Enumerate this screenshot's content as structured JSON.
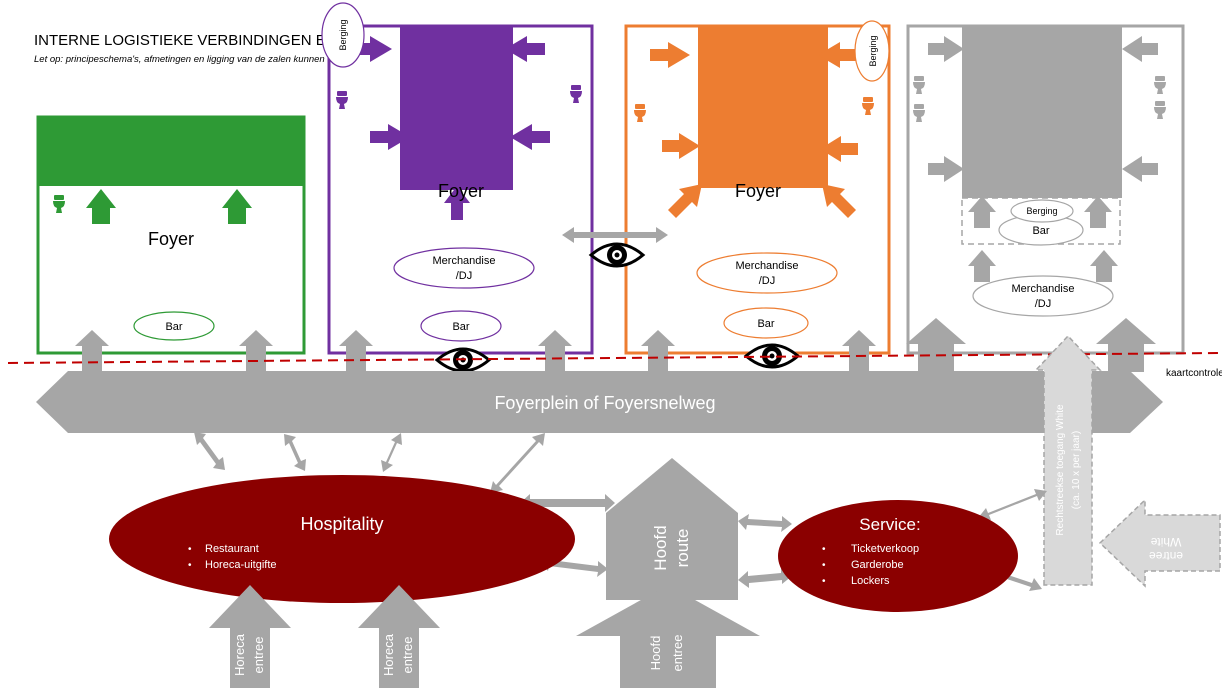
{
  "title": "INTERNE LOGISTIEKE VERBINDINGEN EN",
  "subtitle": "Let op: principeschema's, afmetingen en ligging van de zalen kunnen nog gewijzigd worden!",
  "colors": {
    "green": "#2e9a35",
    "purple": "#7030a0",
    "orange": "#ed7d31",
    "grey": "#a6a6a6",
    "darkred": "#8b0000",
    "red_dashed": "#c00000"
  },
  "halls": {
    "foyer_label": "Foyer",
    "bar_label": "Bar",
    "merch_label": "Merchandise /DJ",
    "merch_line1": "Merchandise",
    "merch_line2": "/DJ",
    "berging_label": "Berging"
  },
  "ticket_line_label": "kaartcontrole",
  "foyerplein_label": "Foyerplein of Foyersnelweg",
  "hospitality": {
    "title": "Hospitality",
    "items": [
      "Restaurant",
      "Horeca-uitgifte"
    ]
  },
  "service": {
    "title": "Service:",
    "items": [
      "Ticketverkoop",
      "Garderobe",
      "Lockers"
    ]
  },
  "hoofdroute": {
    "line1": "Hoofd",
    "line2": "route"
  },
  "entrances": {
    "horeca_line1": "Horeca",
    "horeca_line2": "entree",
    "hoofd_line1": "Hoofd",
    "hoofd_line2": "entree",
    "white_line1": "White",
    "white_line2": "entree"
  },
  "white_direct": {
    "line1": "Rechtstreekse toegang White",
    "line2": "(ca. 10 x per jaar)"
  },
  "icons": {
    "toilet": "toilet-icon",
    "eye": "eye-icon"
  }
}
